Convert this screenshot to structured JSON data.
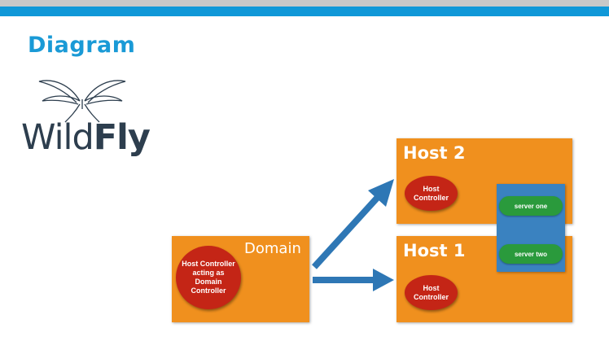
{
  "heading": "Diagram",
  "logo": {
    "text_light": "Wild",
    "text_bold": "Fly",
    "icon": "wildfly-wings-icon"
  },
  "domain": {
    "title": "Domain",
    "controller": "Host Controller acting as Domain Controller"
  },
  "host2": {
    "title": "Host 2",
    "controller": "Host Controller"
  },
  "host1": {
    "title": "Host 1",
    "controller": "Host Controller"
  },
  "servers": [
    "server one",
    "server two"
  ],
  "colors": {
    "accent_blue": "#1098d8",
    "box_orange": "#f0901e",
    "controller_red": "#c42516",
    "server_panel_blue": "#3a82c0",
    "server_green": "#2a9a3c",
    "arrow_blue": "#2e77b5"
  }
}
